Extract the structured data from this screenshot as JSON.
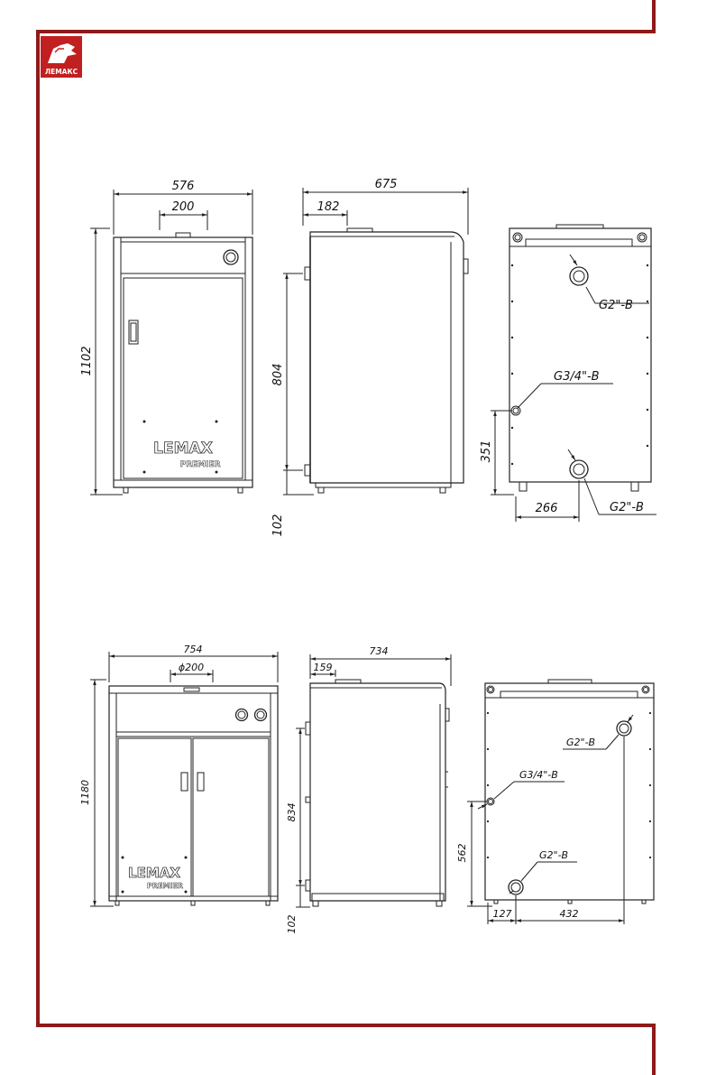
{
  "brand": {
    "logo_text": "ЛЕМАКС",
    "frame_color": "#8e1a1a"
  },
  "top_set": {
    "front": {
      "width": "576",
      "flue": "200",
      "height": "1102",
      "product_logo": "LEMAX",
      "product_sub": "PREMIER"
    },
    "side": {
      "depth": "675",
      "flue_offset": "182",
      "pipe_height": "804",
      "foot_height": "102"
    },
    "back": {
      "outlet_top": "G2\"-B",
      "drain": "G3/4\"-B",
      "inlet_bottom": "G2\"-B",
      "drain_height": "351",
      "inlet_offset": "266"
    }
  },
  "bottom_set": {
    "front": {
      "width": "754",
      "flue": "ϕ200",
      "height": "1180",
      "product_logo": "LEMAX",
      "product_sub": "PREMIER"
    },
    "side": {
      "depth": "734",
      "flue_offset": "159",
      "pipe_height": "834",
      "foot_height": "102"
    },
    "back": {
      "outlet_top": "G2\"-B",
      "drain": "G3/4\"-B",
      "inlet_bottom": "G2\"-B",
      "drain_height": "562",
      "offset_left": "127",
      "offset_right": "432"
    }
  }
}
